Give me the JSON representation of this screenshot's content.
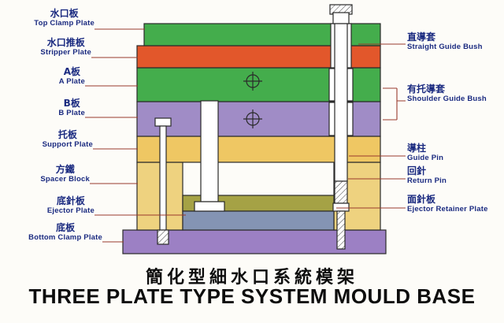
{
  "title": {
    "chinese": "簡化型細水口系統模架",
    "english": "THREE PLATE TYPE SYSTEM MOULD BASE"
  },
  "labels": {
    "left": [
      {
        "zh": "水口板",
        "en": "Top Clamp Plate"
      },
      {
        "zh": "水口推板",
        "en": "Stripper Plate"
      },
      {
        "zh": "A板",
        "en": "A Plate"
      },
      {
        "zh": "B板",
        "en": "B Plate"
      },
      {
        "zh": "托板",
        "en": "Support Plate"
      },
      {
        "zh": "方鐵",
        "en": "Spacer Block"
      },
      {
        "zh": "底針板",
        "en": "Ejector Plate"
      },
      {
        "zh": "底板",
        "en": "Bottom Clamp Plate"
      }
    ],
    "right": [
      {
        "zh": "直導套",
        "en": "Straight Guide Bush"
      },
      {
        "zh": "有托導套",
        "en": "Shoulder Guide Bush"
      },
      {
        "zh": "導柱",
        "en": "Guide Pin"
      },
      {
        "zh": "回針",
        "en": "Return Pin"
      },
      {
        "zh": "面針板",
        "en": "Ejector Retainer Plate"
      }
    ]
  },
  "colors": {
    "plate_green": "#44ad4c",
    "plate_orange": "#e2572b",
    "plate_purple": "#a08cc6",
    "plate_yellow": "#efc763",
    "spacer_yellow": "#eed27f",
    "retainer_olive": "#a5a245",
    "ejector_blue": "#8494b4",
    "bottom_purple": "#9c80c4",
    "outline": "#2a2a2a",
    "leader": "#993a2e",
    "label_text": "#1a2a80",
    "title_text": "#0d0d0d"
  }
}
